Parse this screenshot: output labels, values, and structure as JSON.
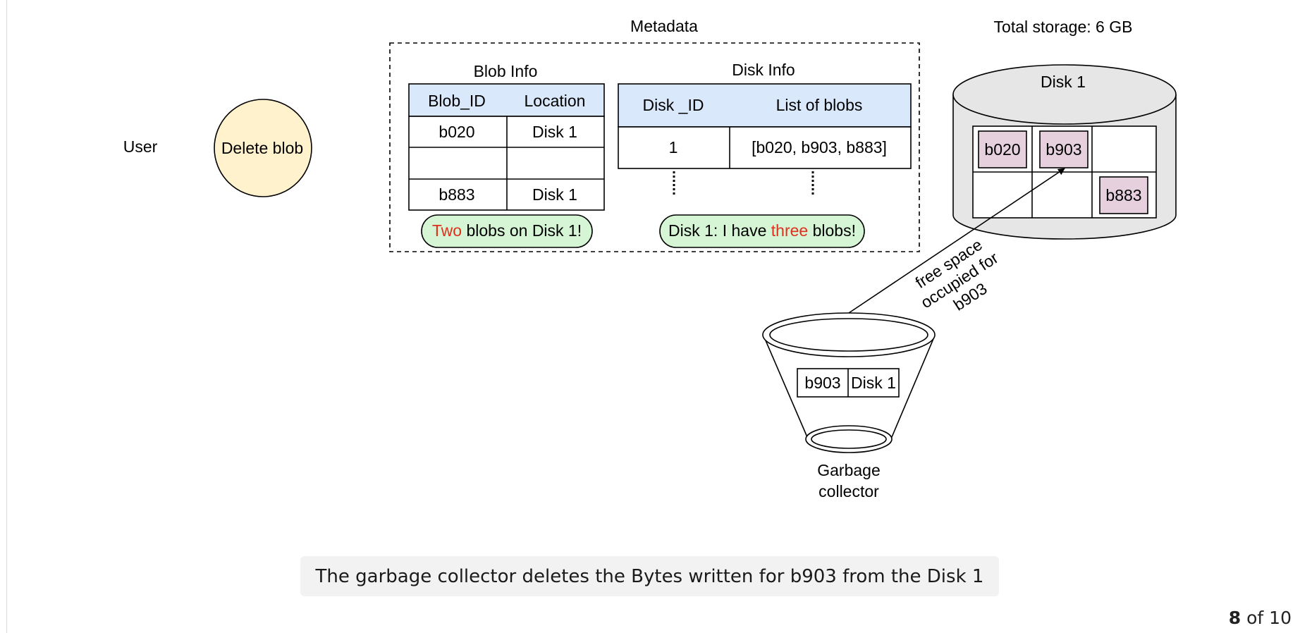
{
  "user_label": "User",
  "action_label": "Delete blob",
  "metadata": {
    "title": "Metadata",
    "blob_info": {
      "title": "Blob Info",
      "headers": [
        "Blob_ID",
        "Location"
      ],
      "rows": [
        [
          "b020",
          "Disk 1"
        ],
        [
          "",
          ""
        ],
        [
          "b883",
          "Disk 1"
        ]
      ],
      "note": {
        "highlight": "Two",
        "rest": " blobs on Disk 1!"
      }
    },
    "disk_info": {
      "title": "Disk Info",
      "headers": [
        "Disk _ID",
        "List of blobs"
      ],
      "rows": [
        [
          "1",
          "[b020, b903, b883]"
        ]
      ],
      "note": {
        "before": "Disk 1: I have ",
        "highlight": "three",
        "after": " blobs!"
      }
    }
  },
  "storage": {
    "total_label": "Total storage: 6 GB",
    "disk_label": "Disk 1",
    "cells": [
      "b020",
      "b903",
      "",
      "",
      "",
      "b883"
    ]
  },
  "arrow_label": [
    "free space",
    "occupied for",
    "b903"
  ],
  "garbage_collector": {
    "item": [
      "b903",
      "Disk 1"
    ],
    "label": [
      "Garbage",
      "collector"
    ]
  },
  "caption": "The garbage collector deletes the Bytes written for b903 from the Disk 1",
  "pager": {
    "current": "8",
    "of_total": " of 10"
  },
  "colors": {
    "header_fill": "#dae8fc",
    "note_fill": "#d5f5d5",
    "highlight_text": "#e0301e",
    "action_fill": "#fff2cc",
    "blob_fill": "#e6d0de",
    "disk_fill": "#e6e6e6"
  }
}
